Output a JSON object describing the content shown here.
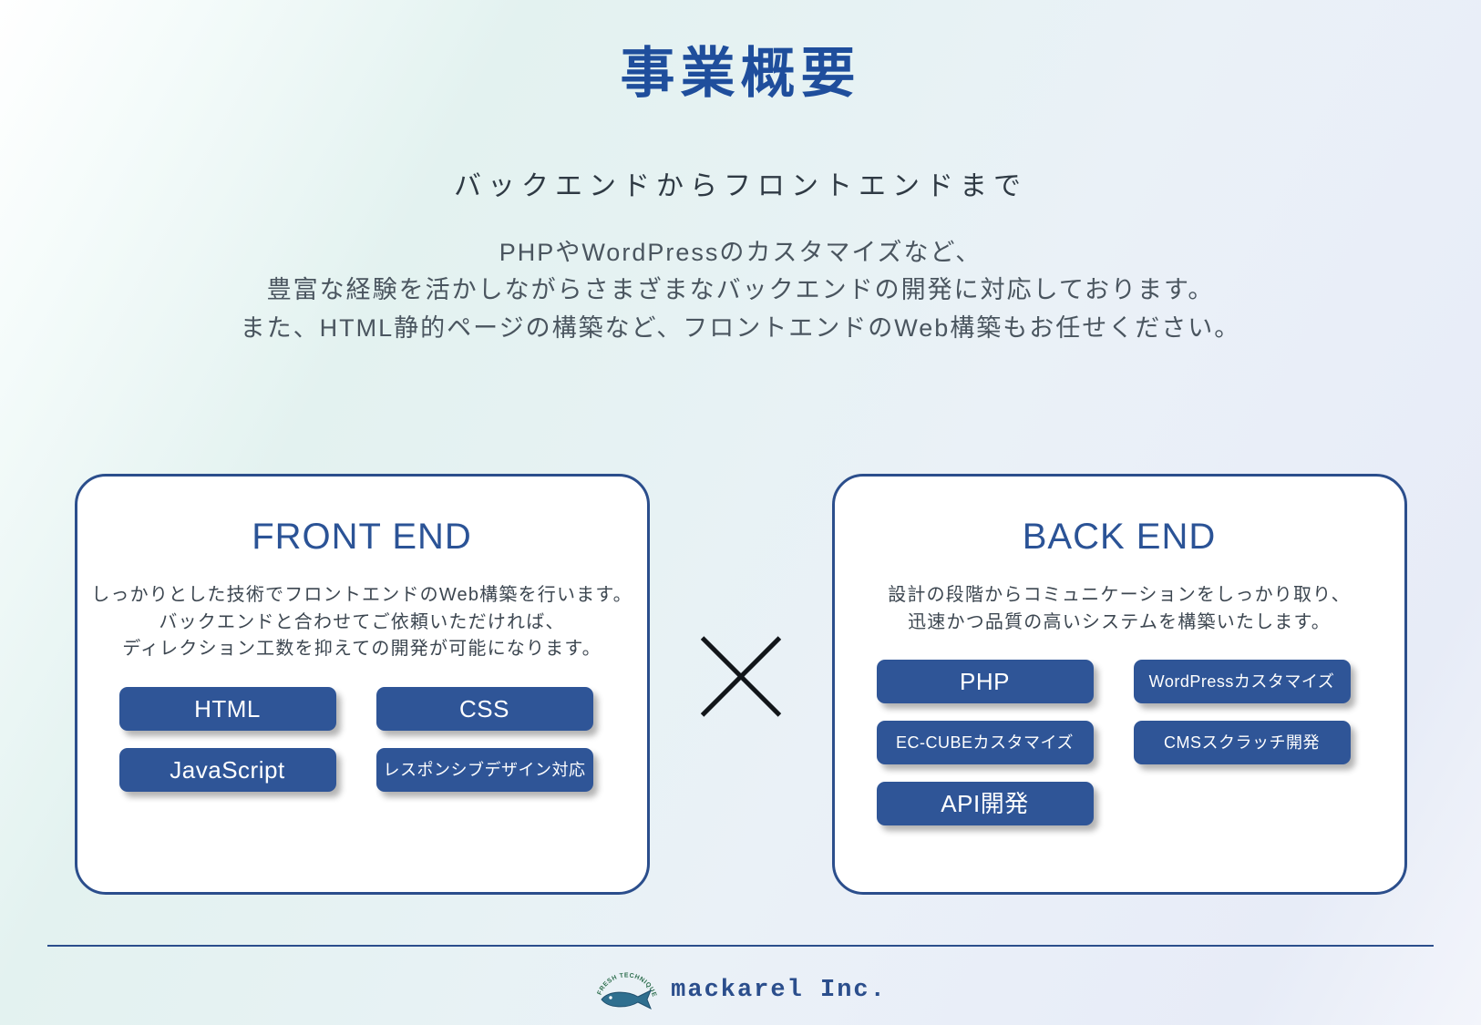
{
  "header": {
    "title": "事業概要",
    "lead": "バックエンドからフロントエンドまで",
    "intro_lines": [
      "PHPやWordPressのカスタマイズなど、",
      "豊富な経験を活かしながらさまざまなバックエンドの開発に対応しております。",
      "また、HTML静的ページの構築など、フロントエンドのWeb構築もお任せください。"
    ]
  },
  "colors": {
    "accent_blue": "#2b4e8c",
    "title_blue": "#1f4e9c",
    "tag_blue": "#2f5597",
    "text_dark": "#3c4650"
  },
  "separator": {
    "icon": "x-cross-icon"
  },
  "cards": [
    {
      "id": "front-end",
      "title": "FRONT END",
      "desc_lines": [
        "しっかりとした技術でフロントエンドのWeb構築を行います。",
        "バックエンドと合わせてご依頼いただければ、",
        "ディレクション工数を抑えての開発が可能になります。"
      ],
      "tags": [
        {
          "label": "HTML",
          "size": "lg"
        },
        {
          "label": "CSS",
          "size": "lg"
        },
        {
          "label": "JavaScript",
          "size": "lg"
        },
        {
          "label": "レスポンシブデザイン対応",
          "size": "sm"
        }
      ]
    },
    {
      "id": "back-end",
      "title": "BACK END",
      "desc_lines": [
        "設計の段階からコミュニケーションをしっかり取り、",
        "迅速かつ品質の高いシステムを構築いたします。"
      ],
      "tags": [
        {
          "label": "PHP",
          "size": "lg"
        },
        {
          "label": "WordPressカスタマイズ",
          "size": "sm"
        },
        {
          "label": "EC-CUBEカスタマイズ",
          "size": "sm"
        },
        {
          "label": "CMSスクラッチ開発",
          "size": "sm"
        },
        {
          "label": "API開発",
          "size": "lg"
        }
      ]
    }
  ],
  "footer": {
    "logo_arc_text": "FRESH TECHNIQUE",
    "logo_icon": "fish-icon",
    "brand": "mackarel Inc."
  }
}
